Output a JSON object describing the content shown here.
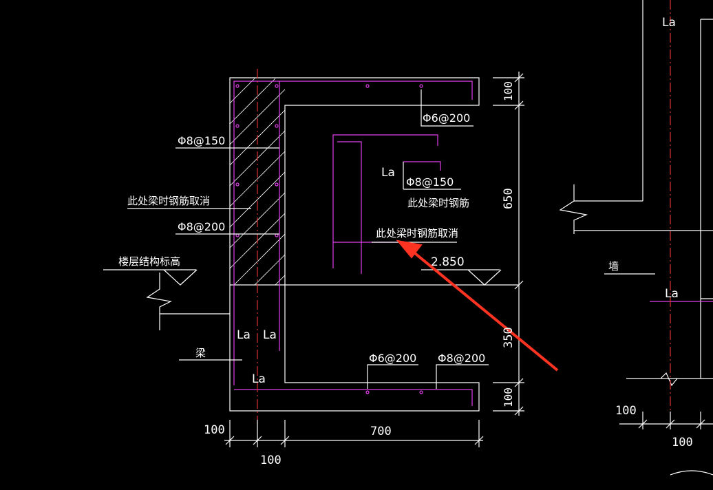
{
  "colors": {
    "background": "#000000",
    "line": "#ffffff",
    "rebar": "#e040e8",
    "axis": "#e03030",
    "pointer_arrow": "#ff3322"
  },
  "labels": {
    "rebar_top": "Φ6@200",
    "rebar_wall_top": "Φ8@150",
    "beam_cancel_left": "此处梁时钢筋取消",
    "rebar_wall_bottom": "Φ8@200",
    "floor_elevation": "楼层结构标高",
    "la_inner": "La",
    "rebar_inner": "Φ8@150",
    "beam_rebar_inner": "此处梁时钢筋",
    "beam_cancel_center": "此处梁时钢筋取消",
    "elevation_value": "2.850",
    "la_left_1": "La",
    "la_left_2": "La",
    "beam": "梁",
    "la_bottom": "La",
    "rebar_bottom_1": "Φ6@200",
    "rebar_bottom_2": "Φ8@200",
    "la_top_right": "La",
    "wall": "墙",
    "la_right": "La"
  },
  "dimensions": {
    "top_slab": "100",
    "mid_height": "650",
    "lower_height": "350",
    "bottom_slab": "100",
    "bottom_left": "100",
    "bottom_width": "700",
    "bottom_wall": "100",
    "right_left": "100",
    "right_wall": "100"
  }
}
